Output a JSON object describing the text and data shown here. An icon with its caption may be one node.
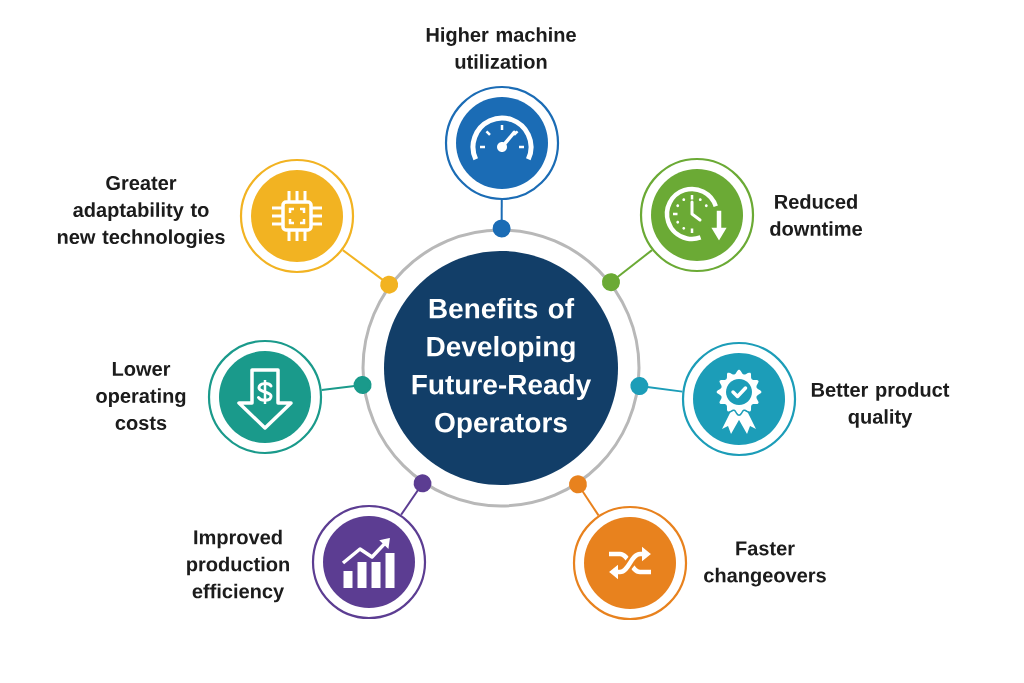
{
  "diagram": {
    "nodes": [
      {
        "text": [
          "Benefits of Developing Future-Ready Operators"
        ]
      },
      {
        "text": [
          "Higher machine utilization"
        ]
      },
      {
        "text": [
          "Reduced downtime"
        ]
      },
      {
        "text": [
          "Better product quality"
        ]
      },
      {
        "text": [
          "Faster changeovers"
        ]
      },
      {
        "text": [
          "Improved production efficiency"
        ]
      },
      {
        "text": [
          "Lower operating costs"
        ]
      },
      {
        "text": [
          "Greater adaptability to new technologies"
        ]
      }
    ],
    "edges": [
      {
        "from": 1,
        "to": 0,
        "arrow": "other",
        "color": "#1b6cb5"
      },
      {
        "from": 2,
        "to": 0,
        "arrow": "other",
        "color": "#6baa35"
      },
      {
        "from": 3,
        "to": 0,
        "arrow": "other",
        "color": "#1c9db8"
      },
      {
        "from": 4,
        "to": 0,
        "arrow": "other",
        "color": "#e8821e"
      },
      {
        "from": 5,
        "to": 0,
        "arrow": "other",
        "color": "#5c3d92"
      },
      {
        "from": 6,
        "to": 0,
        "arrow": "other",
        "color": "#1a9a8b"
      },
      {
        "from": 7,
        "to": 0,
        "arrow": "other",
        "color": "#f2b322"
      }
    ]
  }
}
